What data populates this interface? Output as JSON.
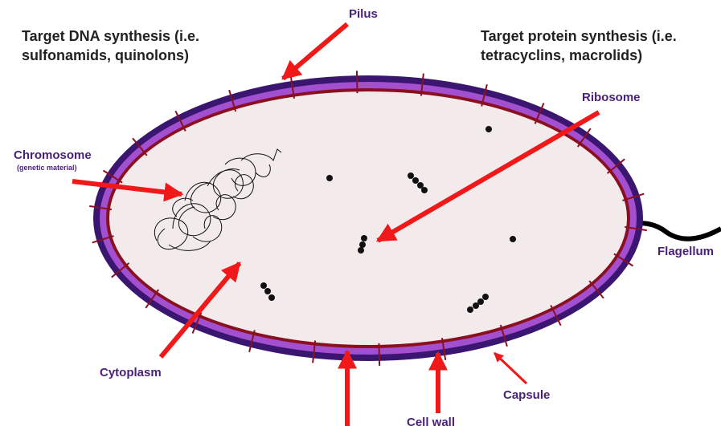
{
  "colors": {
    "capsule": "#3b1670",
    "membrane": "#a24fd0",
    "cell_wall": "#8a1020",
    "cytoplasm": "#f3ebeb",
    "arrow": "#f01818",
    "label_purple": "#4a1f7a",
    "label_black": "#222222",
    "ribosome": "#111111",
    "flagellum": "#000000"
  },
  "annotations": {
    "dna_target_line1": "Target DNA synthesis (i.e.",
    "dna_target_line2": "sulfonamids, quinolons)",
    "protein_target_line1": "Target protein synthesis (i.e.",
    "protein_target_line2": "tetracyclins, macrolids)"
  },
  "labels": {
    "pilus": "Pilus",
    "ribosome": "Ribosome",
    "chromosome": "Chromosome",
    "chromosome_sub": "(genetic material)",
    "flagellum": "Flagellum",
    "cytoplasm": "Cytoplasm",
    "capsule": "Capsule",
    "cell_wall": "Cell wall"
  }
}
